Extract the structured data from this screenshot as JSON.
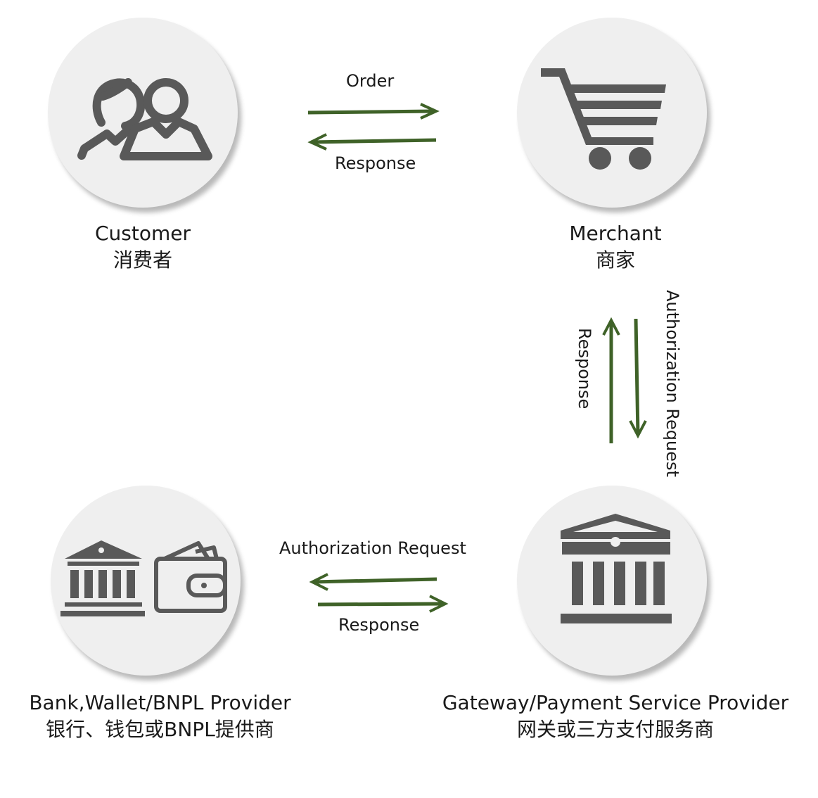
{
  "nodes": {
    "customer": {
      "name_en": "Customer",
      "name_zh": "消费者",
      "icon": "customers-icon"
    },
    "merchant": {
      "name_en": "Merchant",
      "name_zh": "商家",
      "icon": "shopping-cart-icon"
    },
    "gateway": {
      "name_en": "Gateway/Payment Service Provider",
      "name_zh": "网关或三方支付服务商",
      "icon": "bank-building-icon"
    },
    "bank": {
      "name_en": "Bank,Wallet/BNPL Provider",
      "name_zh": "银行、钱包或BNPL提供商",
      "icons": [
        "bank-building-icon",
        "wallet-icon"
      ]
    }
  },
  "edges": {
    "customer_merchant_order": "Order",
    "merchant_customer_response": "Response",
    "merchant_gateway_request": "Authorization Request",
    "gateway_merchant_response": "Response",
    "gateway_bank_request": "Authorization Request",
    "bank_gateway_response": "Response"
  },
  "colors": {
    "arrow": "#3f6228",
    "icon": "#595959",
    "circle": "#efefef"
  }
}
